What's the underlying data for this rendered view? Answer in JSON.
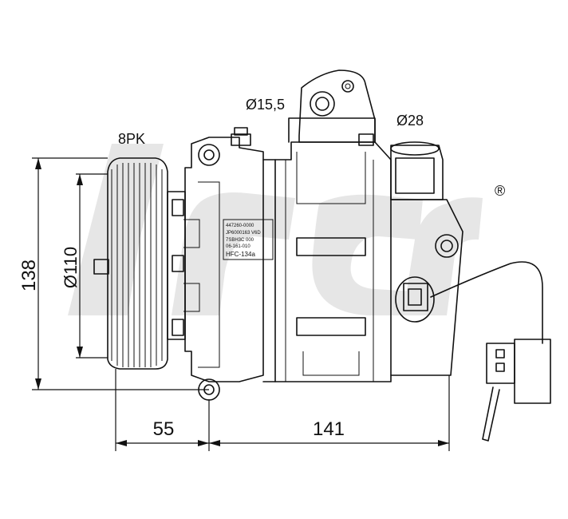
{
  "dimensions": {
    "belt": "8PK",
    "port_small": "Ø15,5",
    "port_large": "Ø28",
    "height": "138",
    "pulley_diameter": "Ø110",
    "depth_front": "55",
    "length": "141"
  },
  "label_plate": {
    "line1": "447260-0000",
    "line2": "JP6000163  V6D",
    "line3": "7SBH3C 000",
    "line4": "06-161-010",
    "refrigerant": "HFC-134a"
  },
  "watermark": {
    "registered_mark": "®"
  }
}
